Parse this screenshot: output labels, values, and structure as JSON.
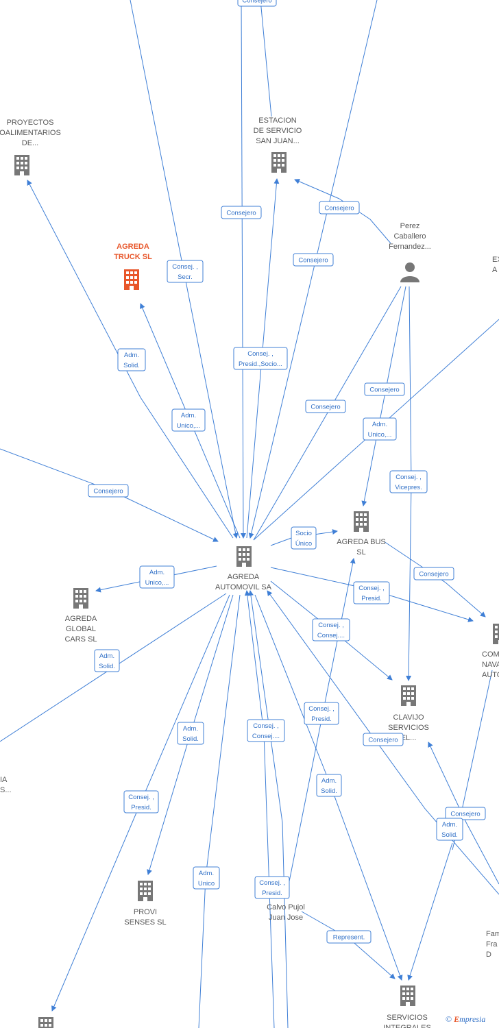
{
  "colors": {
    "edge": "#3f7fd6",
    "company": "#777777",
    "highlight": "#e8562a",
    "person": "#777777"
  },
  "nodes": [
    {
      "id": "proyectos",
      "type": "company",
      "lines": [
        "PROYECTOS",
        "OALIMENTARIOS",
        "DE..."
      ]
    },
    {
      "id": "estacion",
      "type": "company",
      "lines": [
        "ESTACION",
        "DE SERVICIO",
        "SAN JUAN..."
      ]
    },
    {
      "id": "agreda_truck",
      "type": "company-highlight",
      "lines": [
        "AGREDA",
        "TRUCK  SL"
      ]
    },
    {
      "id": "perez",
      "type": "person",
      "lines": [
        "Perez",
        "Caballero",
        "Fernandez..."
      ]
    },
    {
      "id": "exp",
      "type": "label-only",
      "lines": [
        "EXP",
        "A"
      ]
    },
    {
      "id": "agreda_bus",
      "type": "company",
      "lines": [
        "AGREDA BUS",
        "SL"
      ]
    },
    {
      "id": "agreda_automovil",
      "type": "company",
      "lines": [
        "AGREDA",
        "AUTOMOVIL SA"
      ]
    },
    {
      "id": "agreda_global",
      "type": "company",
      "lines": [
        "AGREDA",
        "GLOBAL",
        "CARS  SL"
      ]
    },
    {
      "id": "com_navarra",
      "type": "company",
      "lines": [
        "COM",
        "NAVAR",
        "AUTOBU"
      ]
    },
    {
      "id": "clavijo",
      "type": "company",
      "lines": [
        "CLAVIJO",
        "SERVICIOS",
        "EL..."
      ]
    },
    {
      "id": "left_na",
      "type": "label-only",
      "lines": [
        "IA",
        "S..."
      ]
    },
    {
      "id": "provi",
      "type": "company",
      "lines": [
        "PROVI",
        "SENSES  SL"
      ]
    },
    {
      "id": "calvo",
      "type": "person",
      "lines": [
        "Calvo Pujol",
        "Juan Jose"
      ]
    },
    {
      "id": "fam",
      "type": "label-only",
      "lines": [
        "Fam",
        "Fra",
        "D"
      ]
    },
    {
      "id": "servicios",
      "type": "company",
      "lines": [
        "SERVICIOS",
        "INTEGRALES"
      ]
    },
    {
      "id": "bottom_left",
      "type": "company",
      "lines": []
    }
  ],
  "edge_labels": [
    [
      "Consejero"
    ],
    [
      "Consejero"
    ],
    [
      "Consejero"
    ],
    [
      "Consejero"
    ],
    [
      "Consej. ,",
      "Secr."
    ],
    [
      "Adm.",
      "Solid."
    ],
    [
      "Consej. ,",
      "Presid.,Socio..."
    ],
    [
      "Adm.",
      "Unico,..."
    ],
    [
      "Consejero"
    ],
    [
      "Consejero"
    ],
    [
      "Adm.",
      "Unico,..."
    ],
    [
      "Consejero"
    ],
    [
      "Consej. ,",
      "Vicepres."
    ],
    [
      "Socio",
      "Único"
    ],
    [
      "Adm.",
      "Unico,..."
    ],
    [
      "Consejero"
    ],
    [
      "Consej. ,",
      "Presid."
    ],
    [
      "Adm.",
      "Solid."
    ],
    [
      "Consej. ,",
      "Consej...."
    ],
    [
      "Consej. ,",
      "Presid."
    ],
    [
      "Adm.",
      "Solid."
    ],
    [
      "Consej. ,",
      "Consej...."
    ],
    [
      "Consejero"
    ],
    [
      "Consej. ,",
      "Presid."
    ],
    [
      "Adm.",
      "Solid."
    ],
    [
      "Consejero"
    ],
    [
      "Adm.",
      "Solid."
    ],
    [
      "Adm.",
      "Unico"
    ],
    [
      "Consej. ,",
      "Presid."
    ],
    [
      "Represent."
    ]
  ],
  "footer": {
    "copyright": "©",
    "brand_first": "E",
    "brand_rest": "mpresia"
  }
}
